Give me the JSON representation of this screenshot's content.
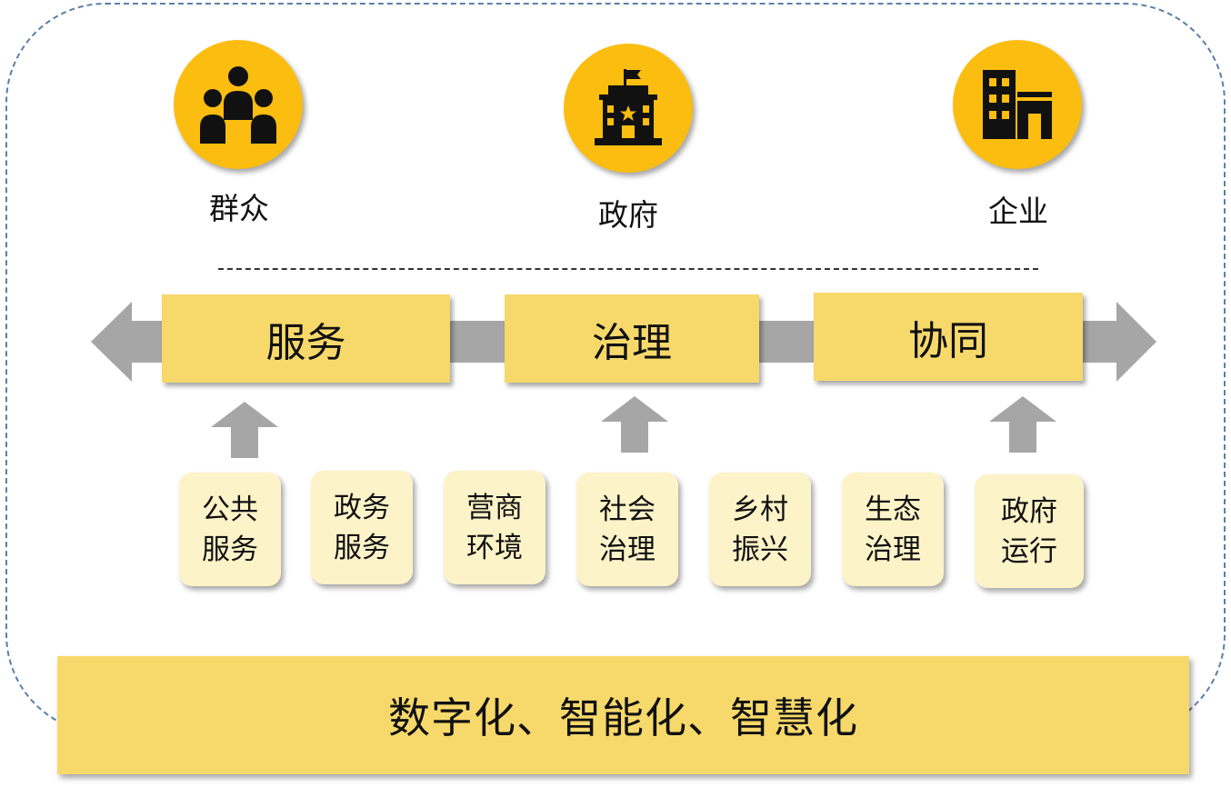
{
  "stakeholders": [
    {
      "label": "群众",
      "icon": "people-group-icon"
    },
    {
      "label": "政府",
      "icon": "government-building-icon"
    },
    {
      "label": "企业",
      "icon": "enterprise-building-icon"
    }
  ],
  "pillars": [
    "服务",
    "治理",
    "协同"
  ],
  "areas": [
    [
      "公共",
      "服务"
    ],
    [
      "政务",
      "服务"
    ],
    [
      "营商",
      "环境"
    ],
    [
      "社会",
      "治理"
    ],
    [
      "乡村",
      "振兴"
    ],
    [
      "生态",
      "治理"
    ],
    [
      "政府",
      "运行"
    ]
  ],
  "foundation": "数字化、智能化、智慧化",
  "colors": {
    "circle": "#fbbd10",
    "pillar": "#f7d96b",
    "card": "#fdf3c8",
    "arrow": "#a6a6a6",
    "frame": "#5b7fa6"
  }
}
